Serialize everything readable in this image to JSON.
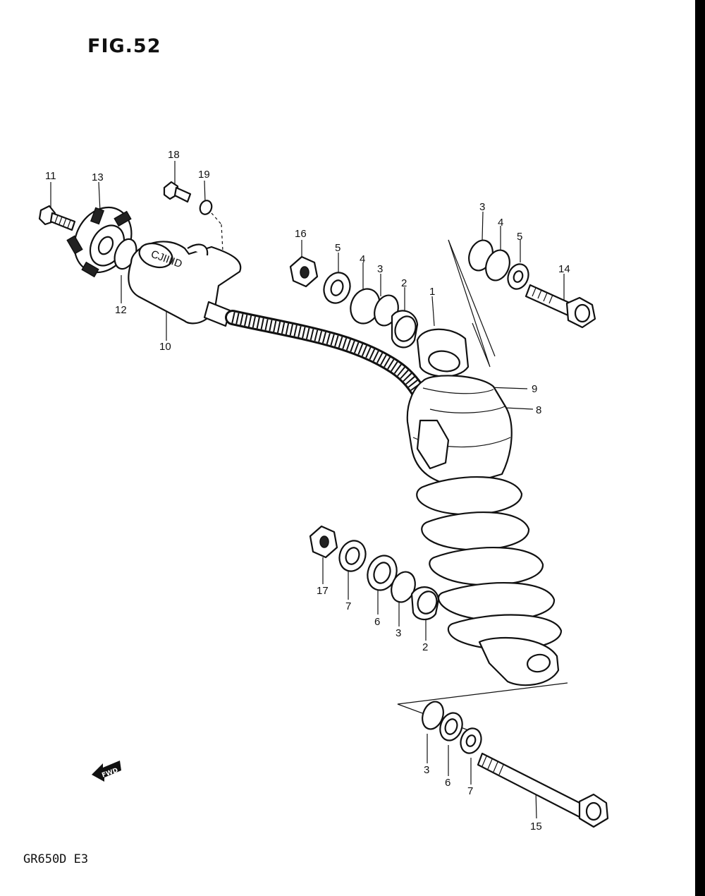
{
  "figure": {
    "title": "FIG.52",
    "model_code": "GR650D E3",
    "fwd_label": "FWD"
  },
  "callouts": [
    "11",
    "13",
    "18",
    "19",
    "12",
    "10",
    "16",
    "5",
    "4",
    "3",
    "2",
    "1",
    "3",
    "4",
    "5",
    "14",
    "9",
    "8",
    "17",
    "7",
    "6",
    "3",
    "2",
    "3",
    "6",
    "7",
    "15"
  ]
}
